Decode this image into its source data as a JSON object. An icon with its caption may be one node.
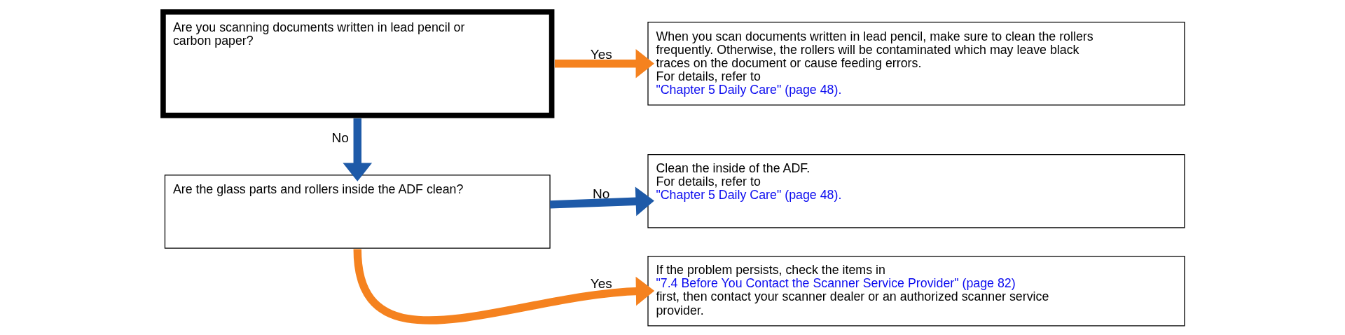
{
  "diagram": {
    "nodes": [
      {
        "text": [
          "Are you scanning documents written in lead pencil or carbon paper?"
        ]
      },
      {
        "text": [
          "When you scan documents written in lead pencil, make sure to clean the rollers frequently. Otherwise, the rollers will be contaminated which may leave black traces on the document or cause feeding errors.",
          "For details, refer to \"Chapter 5 Daily Care\" (page 48)."
        ]
      },
      {
        "text": [
          "Are the glass parts and rollers inside the ADF clean?"
        ]
      },
      {
        "text": [
          "Clean the inside of the ADF.",
          "For details, refer to \"Chapter 5 Daily Care\" (page 48)."
        ]
      },
      {
        "text": [
          "If the problem persists, check the items in \"7.4 Before You Contact the Scanner Service Provider\" (page 82) first, then contact your scanner dealer or an authorized scanner service provider."
        ]
      }
    ],
    "edges": [
      {
        "from": 0,
        "to": 1,
        "arrow": "to",
        "label": "Yes",
        "color": "#f5821f"
      },
      {
        "from": 0,
        "to": 2,
        "arrow": "to",
        "label": "No",
        "color": "#1e5aa8"
      },
      {
        "from": 2,
        "to": 3,
        "arrow": "to",
        "label": "No",
        "color": "#1e5aa8"
      },
      {
        "from": 2,
        "to": 4,
        "arrow": "to",
        "label": "Yes",
        "color": "#f5821f"
      }
    ]
  }
}
